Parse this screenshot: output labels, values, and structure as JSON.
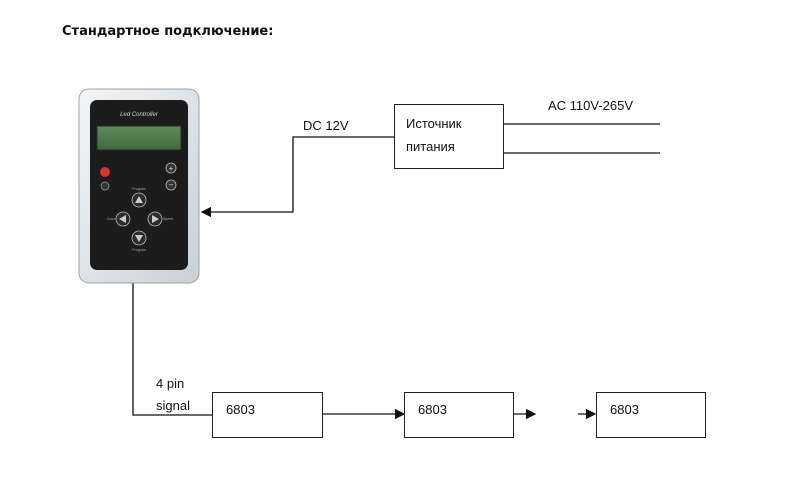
{
  "title": "Стандартное подключение:",
  "device": {
    "screen_label": "Led Controller",
    "buttons": {
      "up": "Program",
      "down": "Program",
      "left": "Color",
      "right": "Speed"
    }
  },
  "labels": {
    "dc": "DC 12V",
    "ac": "AC 110V-265V",
    "signal_line1": "4 pin",
    "signal_line2": "signal"
  },
  "power_supply": {
    "line1": "Источник",
    "line2": "питания"
  },
  "chips": [
    "6803",
    "6803",
    "6803"
  ],
  "colors": {
    "device_body": "#e8ecf0",
    "device_panel": "#1c1c1c",
    "lcd": "#4f7a4e",
    "power_button": "#d9342b"
  }
}
